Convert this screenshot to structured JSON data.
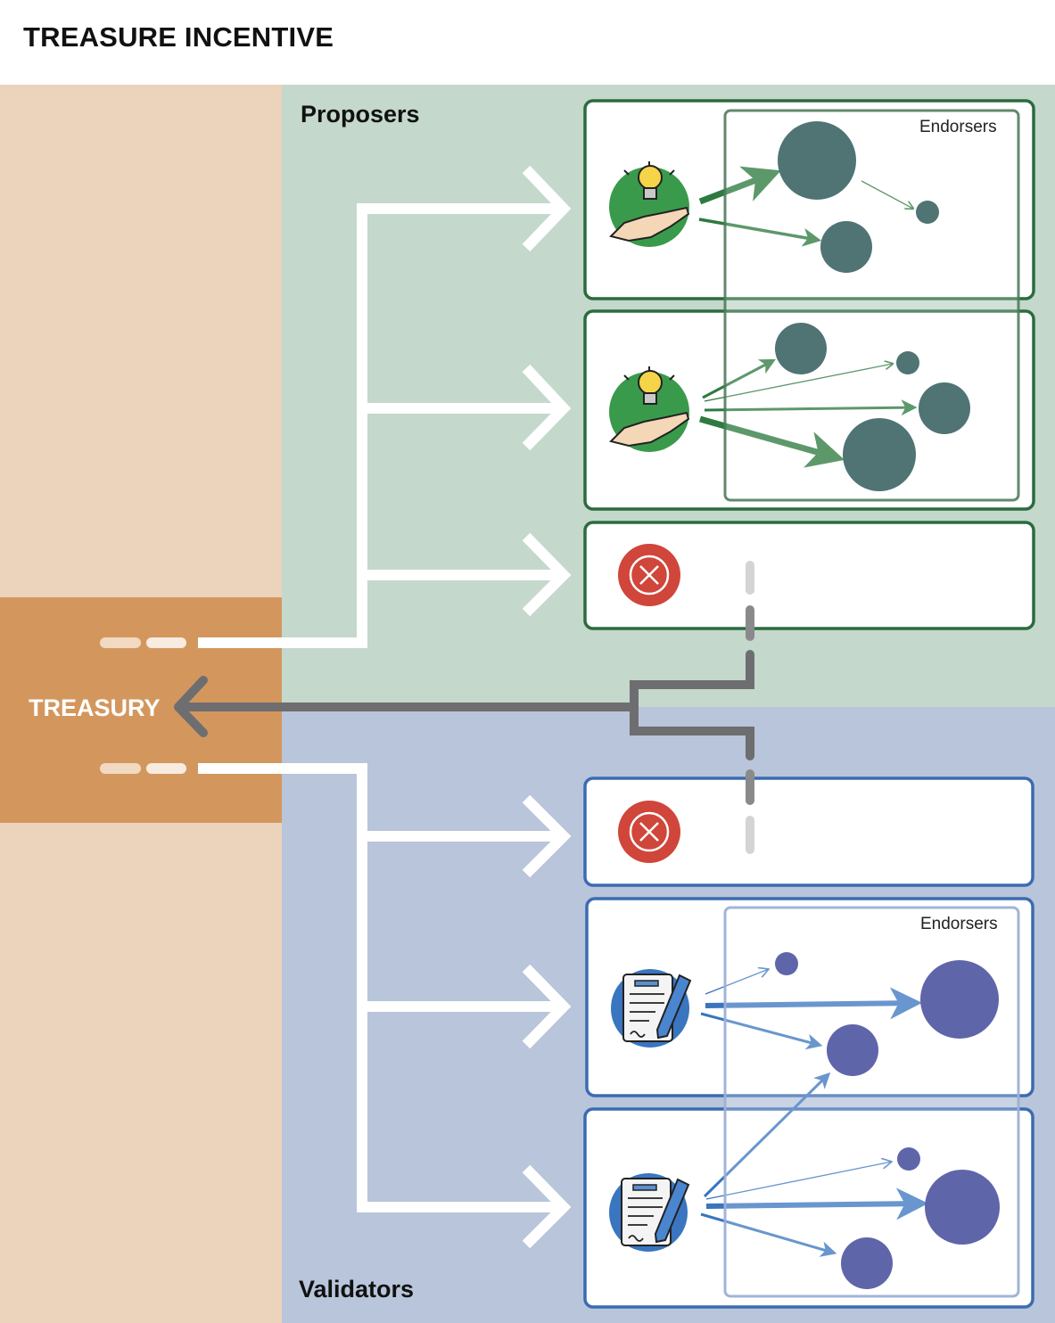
{
  "title": "TREASURE INCENTIVE",
  "treasury_label": "TREASURY",
  "proposers_label": "Proposers",
  "validators_label": "Validators",
  "endorsers_label_top": "Endorsers",
  "endorsers_label_bottom": "Endorsers",
  "icons": {
    "proposal": "lightbulb-hand-icon",
    "rejected": "circle-x-icon",
    "validation": "document-pen-icon"
  },
  "colors": {
    "treasury": "#d3975e",
    "left_panel": "#ecd3bb",
    "proposers_bg": "#c4d8cc",
    "validators_bg": "#b8c5da",
    "proposer_border": "#2c6b3e",
    "validator_border": "#3b6cb0",
    "proposer_node": "#1d4a4b",
    "validator_node": "#2d358e",
    "reject": "#d0463a",
    "flow_arrow": "#ffffff",
    "return_arrow": "#6e6e70"
  }
}
